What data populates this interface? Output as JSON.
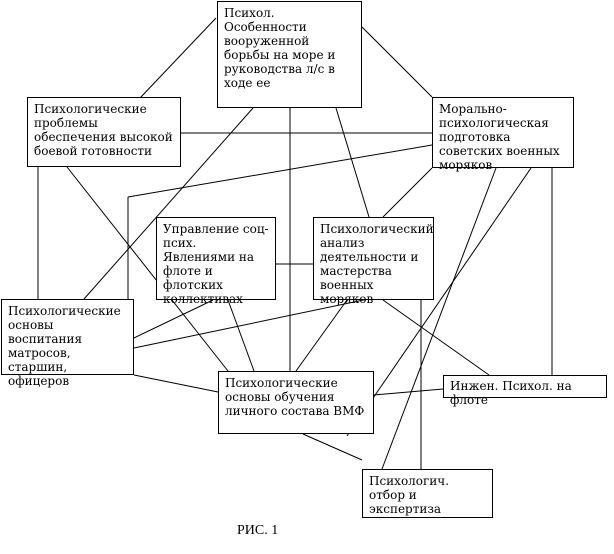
{
  "nodes": {
    "n1": "Психол. Особенности вооруженной борьбы на море и руководства л/с в ходе ее",
    "n2": "Психологические проблемы обеспечения высокой боевой готовности",
    "n3": "Морально-психологическая подготовка советских военных моряков",
    "n4": "Управление соц-псих. Явлениями на флоте и флотских коллективах",
    "n5": "Психологический анализ деятельности и мастерства военных моряков",
    "n6": "Психологические основы воспитания матросов, старшин, офицеров",
    "n7": "Психологические основы обучения личного состава ВМФ",
    "n8": "Инжен. Психол. на флоте",
    "n9": "Психологич. отбор и экспертиза"
  },
  "caption": "РИС. 1"
}
